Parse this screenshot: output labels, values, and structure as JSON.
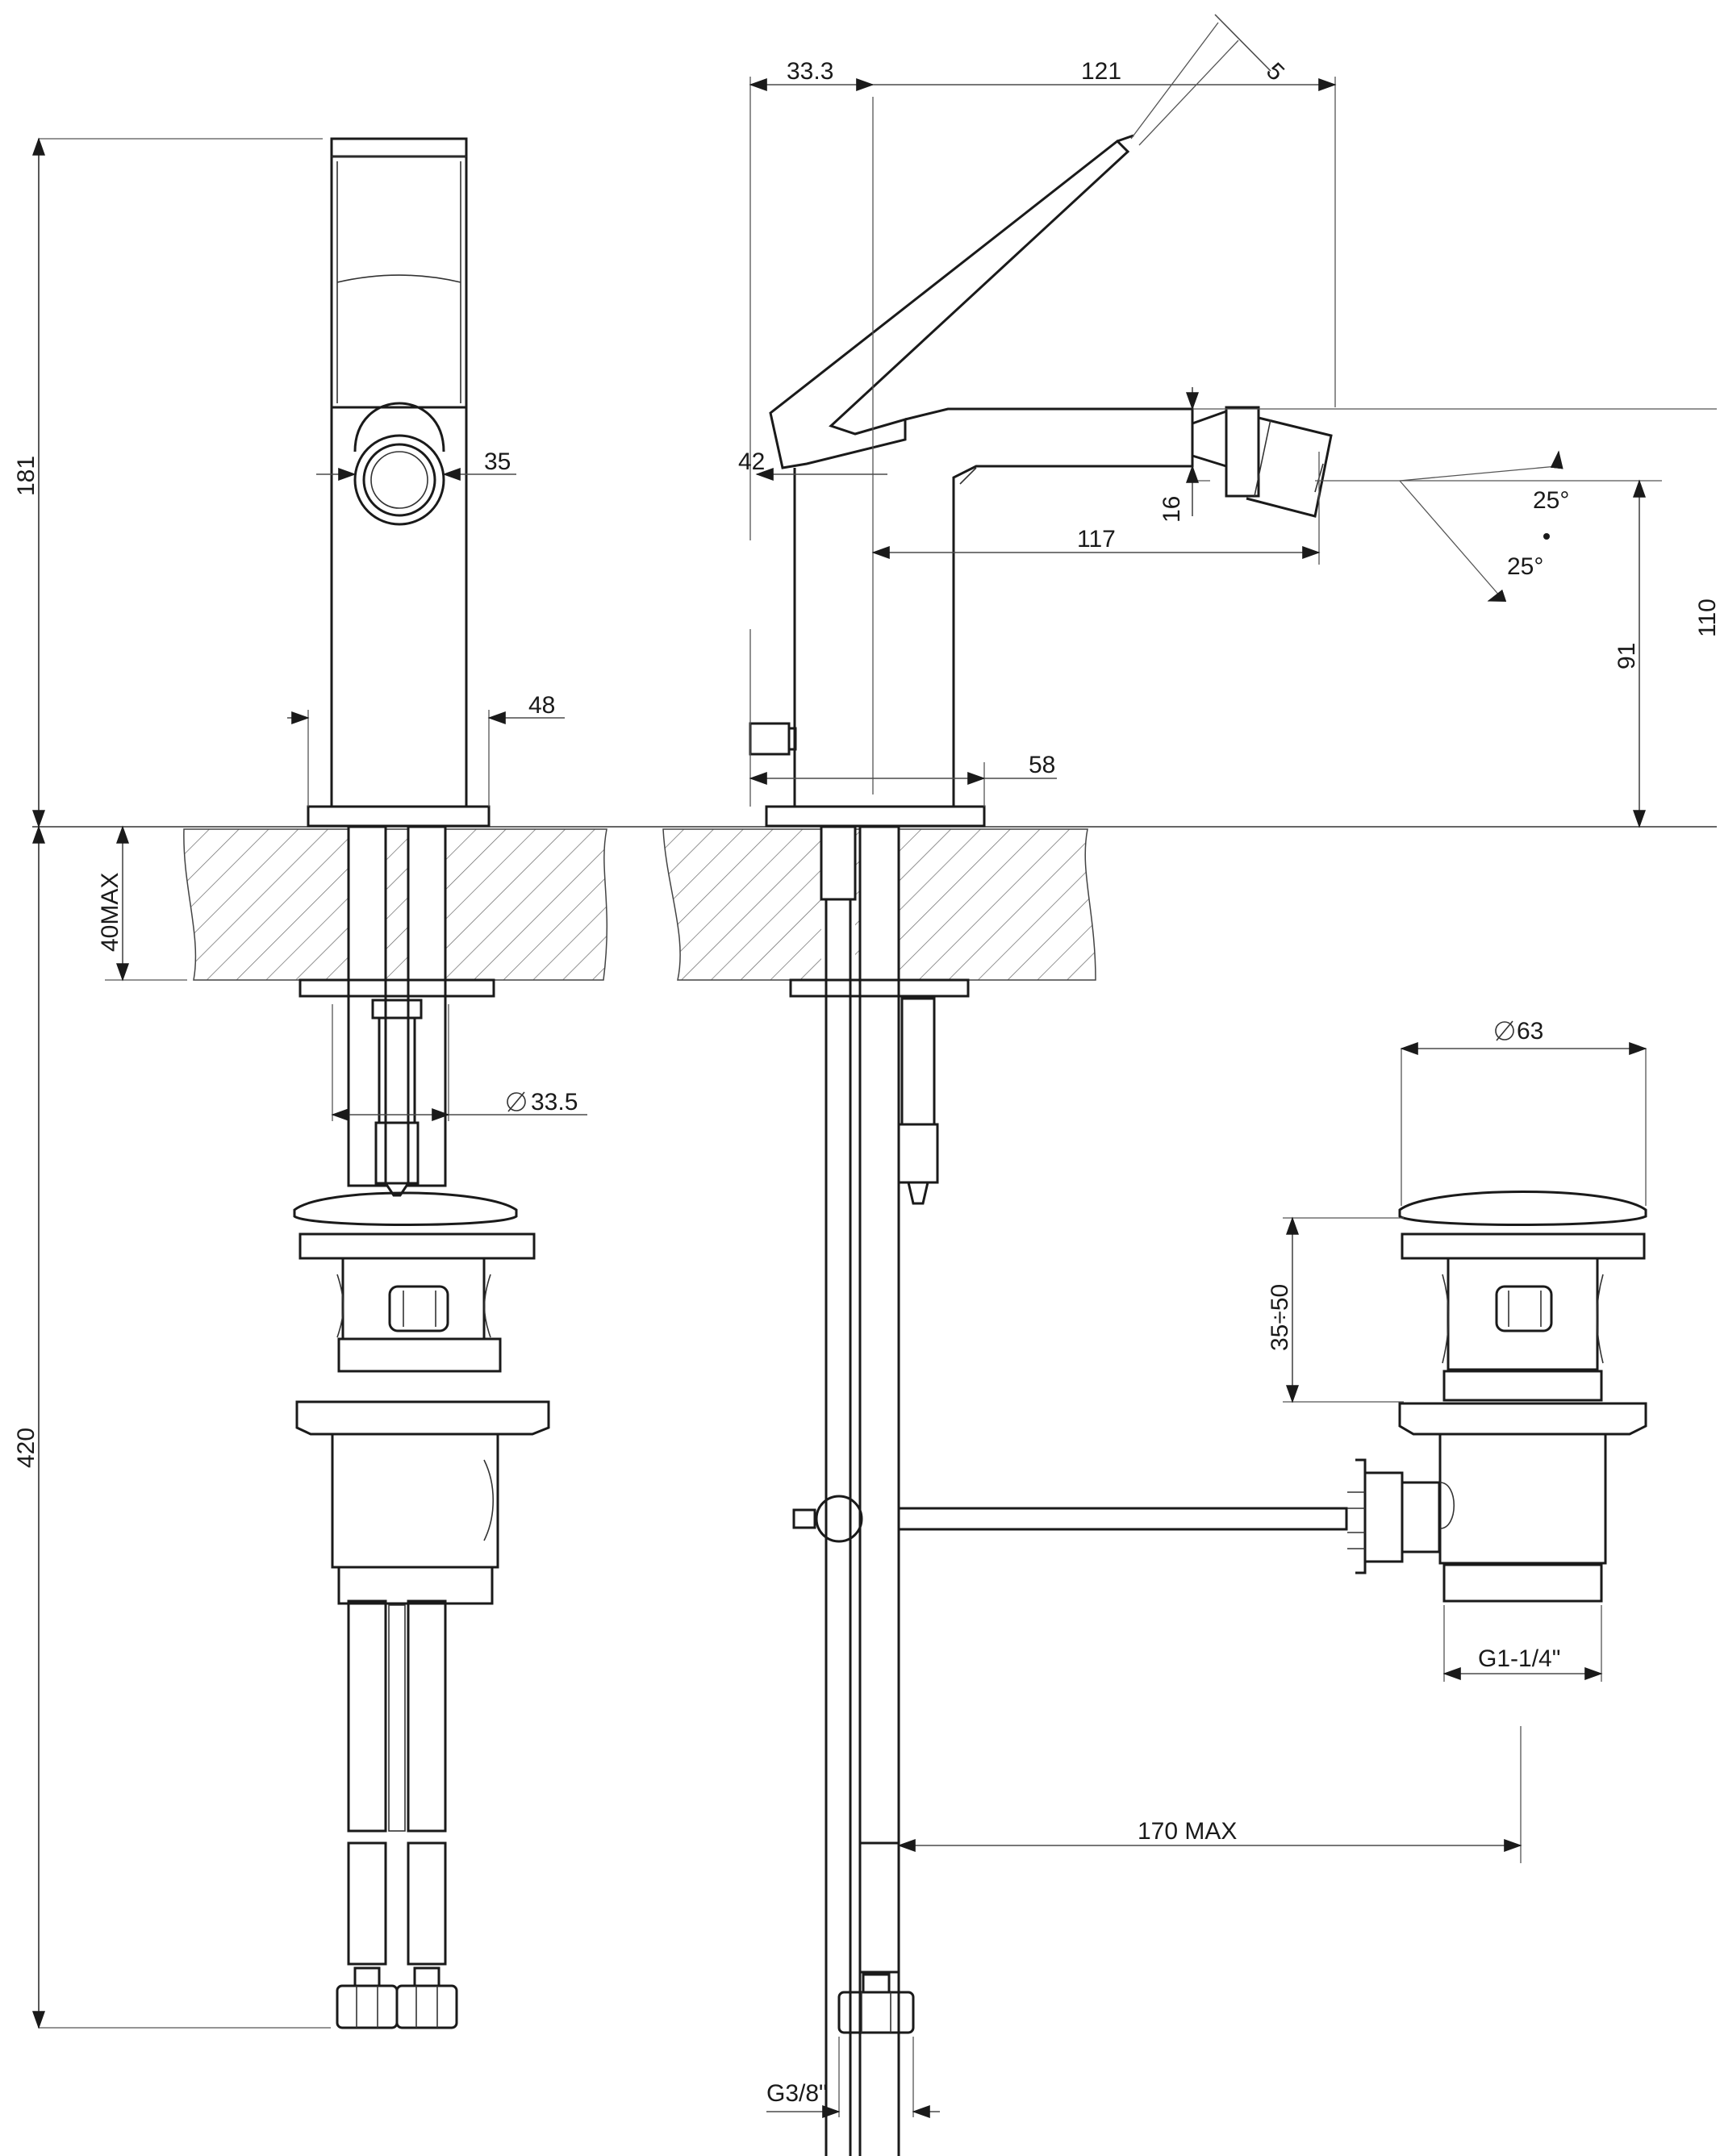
{
  "dimensions": {
    "total_height_above": "181",
    "stem_width_front": "35",
    "base_width_front": "48",
    "below_deck_total": "420",
    "deck_thickness": "40MAX",
    "tail_diameter": "33.5",
    "lever_offset": "33.3",
    "lever_reach": "121",
    "lever_width": "5",
    "body_top_offset": "42",
    "spout_height": "16",
    "spout_reach": "117",
    "spout_angle_up": "25°",
    "spout_angle_down": "25°",
    "outlet_height": "91",
    "overall_height": "110",
    "base_width_side": "58",
    "drain_cap_diameter": "63",
    "drain_adjustment": "35÷50",
    "drain_thread": "G1-1/4\"",
    "rod_length": "170 MAX",
    "hose_thread": "G3/8\""
  },
  "colors": {
    "line": "#1a1a1a",
    "hatch": "#555555",
    "background": "#ffffff"
  }
}
